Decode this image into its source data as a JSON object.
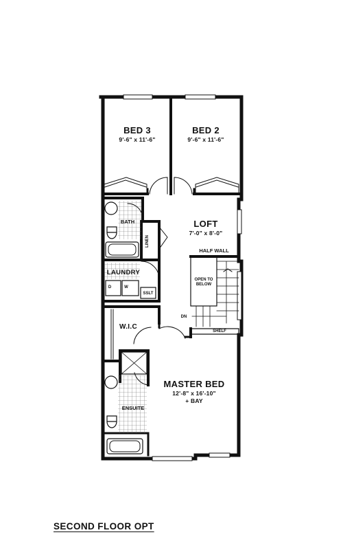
{
  "plan": {
    "caption": "SECOND FLOOR OPT",
    "rooms": {
      "bed3": {
        "name": "BED 3",
        "dims": "9'-6\" x 11'-6\""
      },
      "bed2": {
        "name": "BED 2",
        "dims": "9'-6\" x 11'-6\""
      },
      "loft": {
        "name": "LOFT",
        "dims": "7'-0\" x 8'-0\""
      },
      "master": {
        "name": "MASTER BED",
        "dims": "12'-8\" x 16'-10\"",
        "extra": "+ BAY"
      },
      "bath": {
        "name": "BATH"
      },
      "linen": {
        "name": "LINEN"
      },
      "laundry": {
        "name": "LAUNDRY"
      },
      "wic": {
        "name": "W.I.C"
      },
      "ensuite": {
        "name": "ENSUITE"
      }
    },
    "labels": {
      "half_wall": "HALF WALL",
      "open_to_below_1": "OPEN TO",
      "open_to_below_2": "BELOW",
      "dn": "DN",
      "shelf": "SHELF",
      "dryer": "D",
      "washer": "W",
      "sink": "SSLT"
    }
  }
}
